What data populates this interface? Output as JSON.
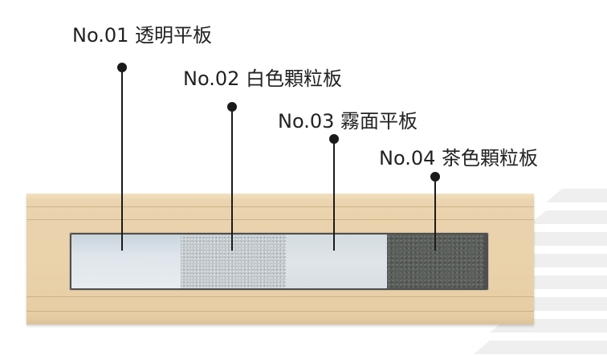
{
  "labels": [
    {
      "text": "No.01 透明平板"
    },
    {
      "text": "No.02 白色顆粒板"
    },
    {
      "text": "No.03 霧面平板"
    },
    {
      "text": "No.04 茶色顆粒板"
    }
  ],
  "colors": {
    "frame": "#ead2ab",
    "sample_clear": "#dfe6eb",
    "sample_white_grain": "#c2c9cd",
    "sample_matte": "#dfe5e8",
    "sample_brown_grain": "#5b5f5c",
    "leader_line": "#1a1a1a"
  }
}
